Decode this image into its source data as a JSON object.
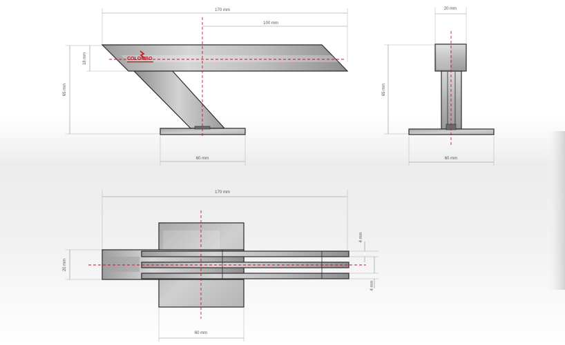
{
  "colors": {
    "outline": "#2a2a2a",
    "axis": "#d0102a",
    "dimension": "#8a8a8a",
    "logo_red": "#c4141c"
  },
  "logo": {
    "text": "COLOMBO"
  },
  "dimensions": {
    "front_total_width": "170 mm",
    "front_top_width": "100 mm",
    "front_height": "65 mm",
    "front_top_thickness": "18 mm",
    "front_base_width": "60 mm",
    "side_top_width": "20 mm",
    "side_height": "65 mm",
    "side_base_width": "60 mm",
    "top_total_width": "170 mm",
    "top_bar_width": "20 mm",
    "top_slot_upper": "4 mm",
    "top_slot_lower": "4 mm",
    "top_base_width": "60 mm"
  }
}
